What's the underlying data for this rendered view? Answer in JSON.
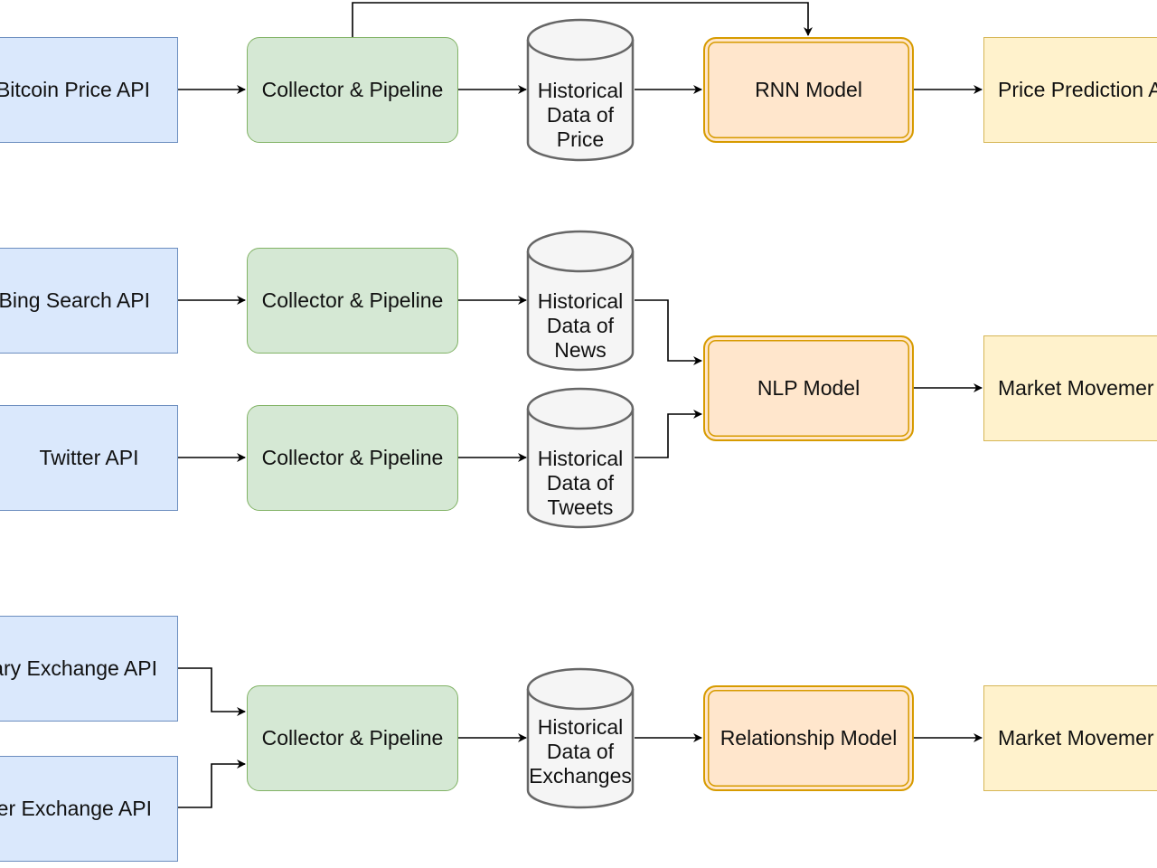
{
  "rows": {
    "price": {
      "source": "Bitcoin Price API",
      "collector": "Collector & Pipeline",
      "store": "Historical\nData of\nPrice",
      "model": "RNN Model",
      "output": "Price Prediction A"
    },
    "sentiment": {
      "source_news": "Bing Search API",
      "collector_news": "Collector & Pipeline",
      "store_news": "Historical\nData of\nNews",
      "source_tweets": "Twitter API",
      "collector_tweets": "Collector & Pipeline",
      "store_tweets": "Historical\nData of\nTweets",
      "model": "NLP Model",
      "output": "Market Movemer\nPrediction API"
    },
    "exchange": {
      "source_primary": "rimary Exchange\nAPI",
      "source_leader": "eader Exchange\nAPI",
      "collector": "Collector & Pipeline",
      "store": "Historical\nData of\nExchanges",
      "model": "Relationship Model",
      "output": "Market Movemer\nPrediction API"
    }
  },
  "colors": {
    "source_fill": "#dae8fc",
    "source_stroke": "#6c8ebf",
    "collector_fill": "#d5e8d4",
    "collector_stroke": "#82b366",
    "store_fill": "#f5f5f5",
    "store_stroke": "#666666",
    "model_fill": "#ffe6cc",
    "model_stroke": "#d79b00",
    "output_fill": "#fff2cc",
    "output_stroke": "#d6b656",
    "edge": "#000000"
  }
}
